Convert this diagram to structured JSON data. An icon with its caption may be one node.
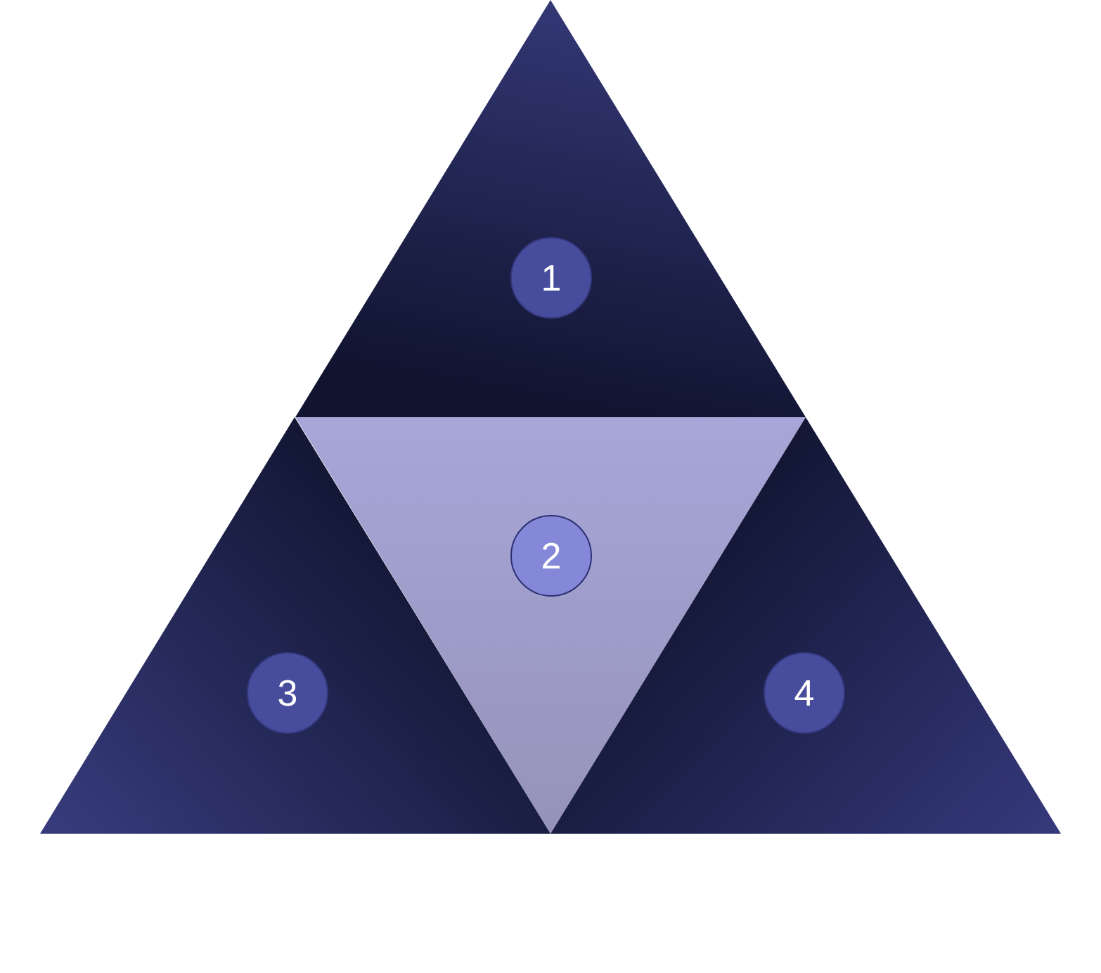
{
  "diagram": {
    "nodes": [
      {
        "text": [],
        "shape": "triangle"
      },
      {
        "text": [
          "1"
        ],
        "in": 0
      },
      {
        "text": [],
        "shape": "triangle"
      },
      {
        "text": [
          "2"
        ],
        "in": 2
      },
      {
        "text": [],
        "shape": "triangle"
      },
      {
        "text": [
          "3"
        ],
        "in": 4
      },
      {
        "text": [],
        "shape": "triangle"
      },
      {
        "text": [
          "4"
        ],
        "in": 6
      }
    ]
  }
}
